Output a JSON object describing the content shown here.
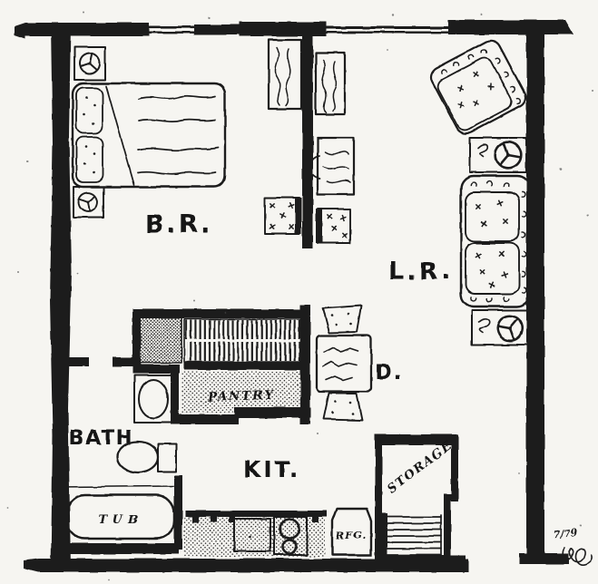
{
  "rooms": {
    "bedroom": {
      "label": "B.R."
    },
    "living_room": {
      "label": "L.R."
    },
    "dining": {
      "label": "D."
    },
    "bath": {
      "label": "BATH"
    },
    "kitchen": {
      "label": "KIT."
    },
    "pantry": {
      "label": "PANTRY"
    },
    "storage": {
      "label": "STORAGE"
    }
  },
  "fixtures": {
    "tub": {
      "label": "TUB"
    },
    "refrigerator": {
      "label": "RFG."
    }
  },
  "annotations": {
    "date_signature": "7/79"
  },
  "colors": {
    "ink": "#1c1c1c",
    "paper": "#f6f5f1"
  }
}
